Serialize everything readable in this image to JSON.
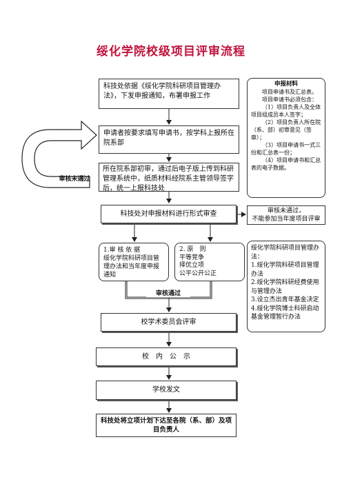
{
  "title": "绥化学院校级项目评审流程",
  "steps": {
    "step1": "科技处依据《绥化学院科研项目管理办法》，下发申报通知，布署申报工作",
    "step2": "申请者按要求填写申请书，按学科上报所在院系部",
    "step3": "所在院系部初审，通过后电子版上传到科研管理系统中，纸质材料经院系主管领导签字后，统一上报科技处",
    "step4": "科技处对申报材料进行形式审查",
    "step5": "校学术委员会评审",
    "step6": "校　内　公　示",
    "step7": "学校发文",
    "step8": "科技处将立项计划下达至各院（系、部）及项目负责人"
  },
  "basis": {
    "title": "1.审 核 依 据",
    "text": "绥化学院科研项目管理办法和当年度申报通知"
  },
  "principle": {
    "title": "2. 原　则",
    "lines": [
      "平等竞争",
      "择优立项",
      "公平公开公正"
    ]
  },
  "materials": {
    "heading": "申报材料",
    "lines": [
      "项目申请书及汇总表。",
      "项目申请书必须包含：",
      "（1）项目负责人及全体项目组成员本人签字；",
      "（2）项目负责人所在院（系、部）初审意见（签章）；",
      "（3）项目申请书一式三份和汇总表一份；",
      "（4）项目申请书和汇总表的电子数据。"
    ]
  },
  "rejection_note": {
    "line1": "审核未通过，",
    "line2": "不能参加当年度项目评审"
  },
  "regulations": {
    "heading": "绥化学院科研项目管理办法：",
    "items": [
      "1.绥化学院科研项目管理办法",
      "2.绥化学院科研经费使用与管理办法",
      "3.设立杰出青年基金决定",
      "4.绥化学院博士科研启动基金管理暂行办法"
    ]
  },
  "labels": {
    "not_passed": "审核未通过",
    "passed": "审核通过"
  }
}
